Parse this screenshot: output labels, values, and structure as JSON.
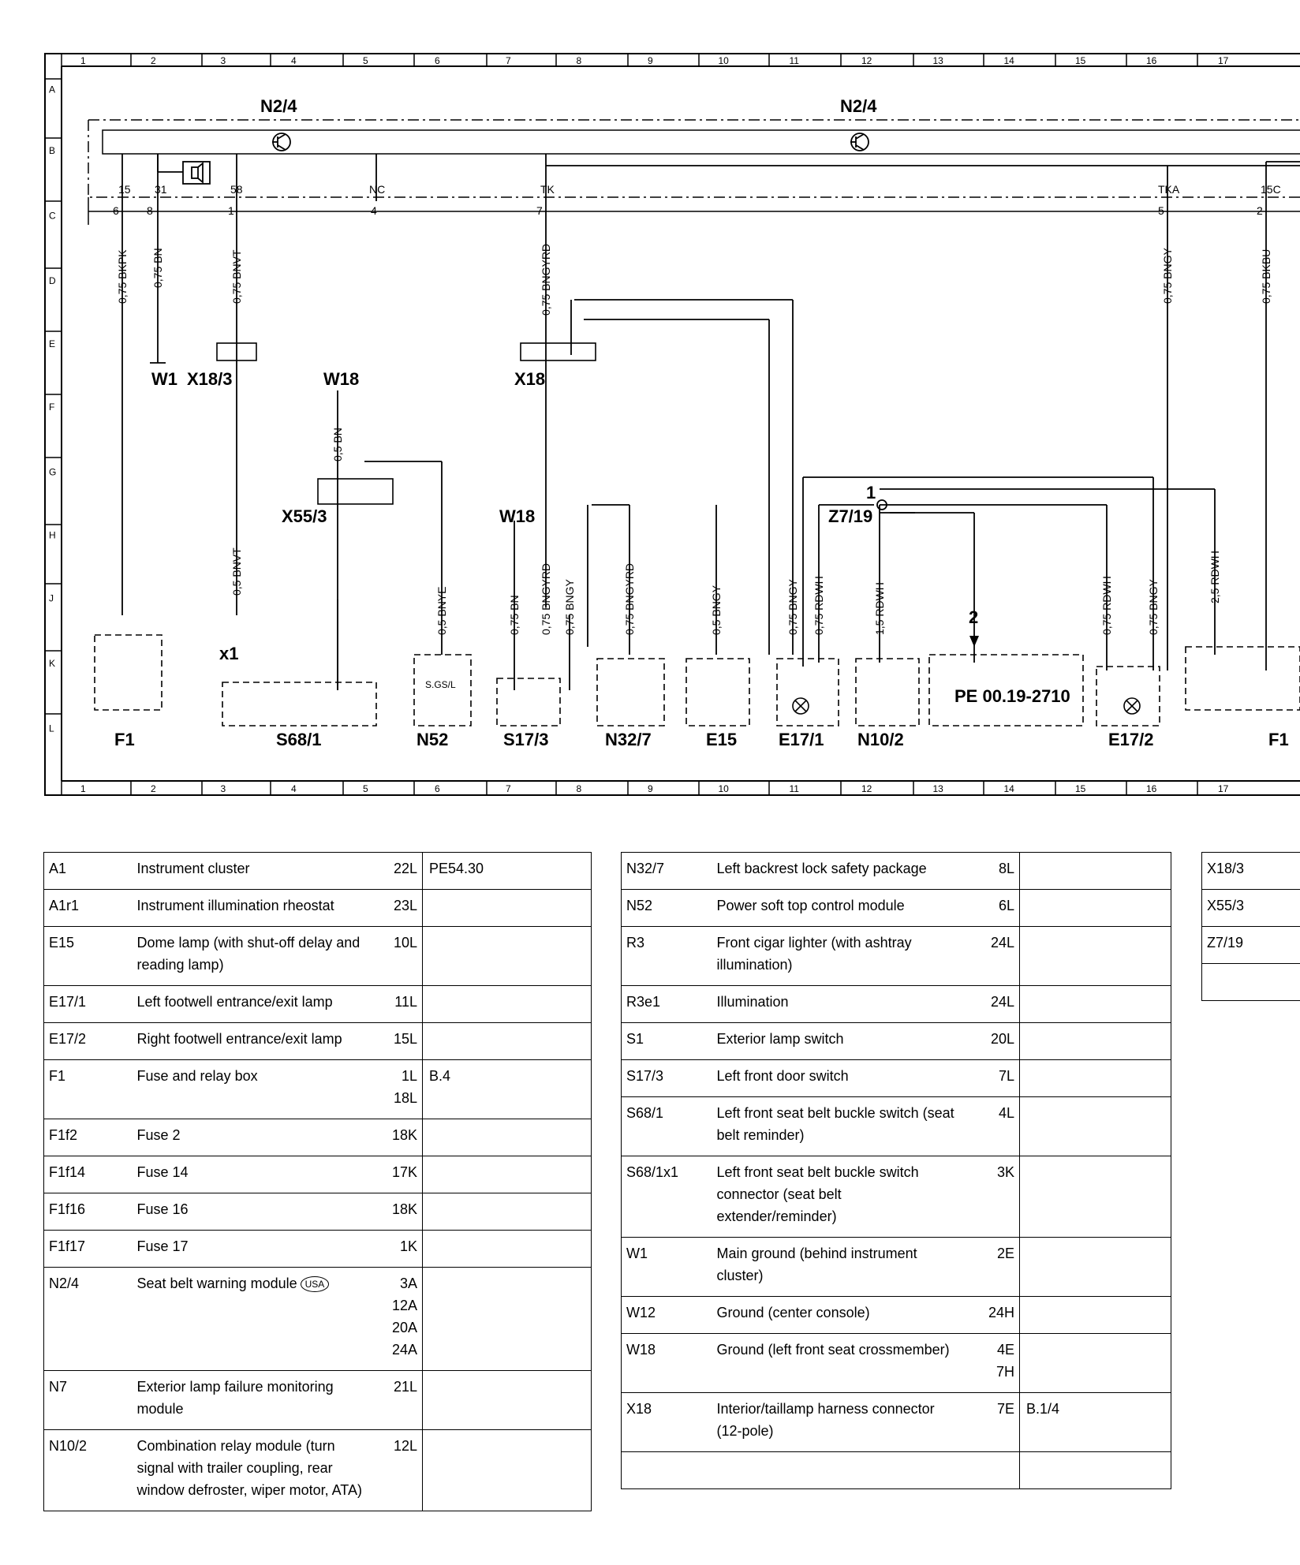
{
  "grid": {
    "columns": [
      "1",
      "2",
      "3",
      "4",
      "5",
      "6",
      "7",
      "8",
      "9",
      "10",
      "11",
      "12",
      "13",
      "14",
      "15",
      "16",
      "17"
    ],
    "rows": [
      "A",
      "B",
      "C",
      "D",
      "E",
      "F",
      "G",
      "H",
      "J",
      "K",
      "L"
    ]
  },
  "components": {
    "n24_left": "N2/4",
    "n24_right": "N2/4",
    "w1": "W1",
    "x18_3": "X18/3",
    "w18_a": "W18",
    "x18": "X18",
    "x55_3": "X55/3",
    "z7_19": "Z7/19",
    "w18_b": "W18",
    "f1_left": "F1",
    "f1_right": "F1",
    "s68_1": "S68/1",
    "n52": "N52",
    "s17_3": "S17/3",
    "n32_7": "N32/7",
    "e15": "E15",
    "e17_1": "E17/1",
    "n10_2": "N10/2",
    "e17_2": "E17/2",
    "x1": "x1",
    "pe_ref": "PE 00.19-2710"
  },
  "wires": {
    "w_bkpk": "0,75 BKPK",
    "w_bn": "0,75 BN",
    "w_bnvt": "0,75 BNVT",
    "w_bngyrd": "0,75 BNGYRD",
    "w_bngy_r": "0,75 BNGY",
    "w_bkbu": "0,75 BKBU",
    "w_bn05": "0,5 BN",
    "w_bnvt05": "0,5 BNVT",
    "w_bnye": "0,5 BNYE",
    "w_bn075": "0,75 BN",
    "w_bngyrd2": "0,75 BNGYRD",
    "w_bngy2": "0,75 BNGY",
    "w_bngyrd3": "0,75 BNGYRD",
    "w_bngy05": "0,5 BNGY",
    "w_bngy3": "0,75 BNGY",
    "w_rdwh1": "0,75 RDWH",
    "w_rdwh15": "1,5 RDWH",
    "w_rdwh2": "0,75 RDWH",
    "w_bngy4": "0,75 BNGY",
    "w_rdwh25": "2,5 RDWH"
  },
  "pins": {
    "p15": "15",
    "p31": "31",
    "p58": "58",
    "ptk": "TK",
    "ptka": "TKA",
    "p15c": "15C",
    "pnc": "NC",
    "p6": "6",
    "p8": "8",
    "p1": "1",
    "p4": "4",
    "p7": "7",
    "p5": "5",
    "p2": "2",
    "sgs": "S.GS/L",
    "n_two": "2",
    "z_one": "1"
  },
  "legend": {
    "table1": [
      {
        "code": "A1",
        "desc": "Instrument cluster",
        "loc": "22L",
        "ref": "PE54.30"
      },
      {
        "code": "A1r1",
        "desc": "Instrument illumination rheostat",
        "loc": "23L",
        "ref": ""
      },
      {
        "code": "E15",
        "desc": "Dome lamp (with shut-off delay and reading lamp)",
        "loc": "10L",
        "ref": ""
      },
      {
        "code": "E17/1",
        "desc": "Left footwell entrance/exit lamp",
        "loc": "11L",
        "ref": ""
      },
      {
        "code": "E17/2",
        "desc": "Right footwell entrance/exit lamp",
        "loc": "15L",
        "ref": ""
      },
      {
        "code": "F1",
        "desc": "Fuse and relay box",
        "loc": "1L\n18L",
        "ref": "B.4"
      },
      {
        "code": "F1f2",
        "desc": "Fuse 2",
        "loc": "18K",
        "ref": ""
      },
      {
        "code": "F1f14",
        "desc": "Fuse 14",
        "loc": "17K",
        "ref": ""
      },
      {
        "code": "F1f16",
        "desc": "Fuse 16",
        "loc": "18K",
        "ref": ""
      },
      {
        "code": "F1f17",
        "desc": "Fuse 17",
        "loc": "1K",
        "ref": ""
      },
      {
        "code": "N2/4",
        "desc": "Seat belt warning module",
        "badge": "USA",
        "loc": "3A\n12A\n20A\n24A",
        "ref": ""
      },
      {
        "code": "N7",
        "desc": "Exterior lamp failure monitoring module",
        "loc": "21L",
        "ref": ""
      },
      {
        "code": "N10/2",
        "desc": "Combination relay module (turn signal with trailer coupling, rear window defroster, wiper motor, ATA)",
        "loc": "12L",
        "ref": ""
      }
    ],
    "table2": [
      {
        "code": "N32/7",
        "desc": "Left backrest lock safety package",
        "loc": "8L",
        "ref": ""
      },
      {
        "code": "N52",
        "desc": "Power soft top control module",
        "loc": "6L",
        "ref": ""
      },
      {
        "code": "R3",
        "desc": "Front cigar lighter (with ashtray illumination)",
        "loc": "24L",
        "ref": ""
      },
      {
        "code": "R3e1",
        "desc": "Illumination",
        "loc": "24L",
        "ref": ""
      },
      {
        "code": "S1",
        "desc": "Exterior lamp switch",
        "loc": "20L",
        "ref": ""
      },
      {
        "code": "S17/3",
        "desc": "Left front door switch",
        "loc": "7L",
        "ref": ""
      },
      {
        "code": "S68/1",
        "desc": "Left front seat belt buckle switch (seat belt reminder)",
        "loc": "4L",
        "ref": ""
      },
      {
        "code": "S68/1x1",
        "desc": "Left front seat belt buckle switch connector (seat belt extender/reminder)",
        "loc": "3K",
        "ref": ""
      },
      {
        "code": "W1",
        "desc": "Main ground (behind instrument cluster)",
        "loc": "2E",
        "ref": ""
      },
      {
        "code": "W12",
        "desc": "Ground (center console)",
        "loc": "24H",
        "ref": ""
      },
      {
        "code": "W18",
        "desc": "Ground (left front seat crossmember)",
        "loc": "4E\n7H",
        "ref": ""
      },
      {
        "code": "X18",
        "desc": "Interior/taillamp harness connector (12-pole)",
        "loc": "7E",
        "ref": "B.1/4"
      },
      {
        "code": "",
        "desc": "",
        "loc": "",
        "ref": ""
      }
    ],
    "table3": [
      {
        "code": "X18/3"
      },
      {
        "code": "X55/3"
      },
      {
        "code": "Z7/19"
      },
      {
        "code": ""
      }
    ]
  }
}
